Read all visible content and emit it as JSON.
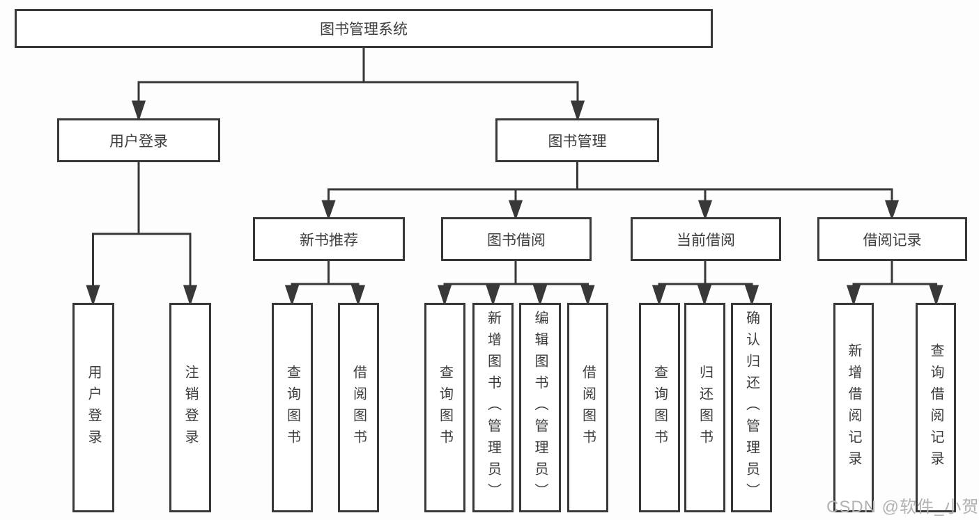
{
  "tree": {
    "root": "图书管理系统",
    "branches": [
      {
        "label": "用户登录",
        "children": [
          "用户登录",
          "注销登录"
        ]
      },
      {
        "label": "图书管理",
        "sections": [
          {
            "label": "新书推荐",
            "children": [
              "查询图书",
              "借阅图书"
            ]
          },
          {
            "label": "图书借阅",
            "children": [
              "查询图书",
              "新增图书（管理员）",
              "编辑图书（管理员）",
              "借阅图书"
            ]
          },
          {
            "label": "当前借阅",
            "children": [
              "查询图书",
              "归还图书",
              "确认归还（管理员）"
            ]
          },
          {
            "label": "借阅记录",
            "children": [
              "新增借阅记录",
              "查询借阅记录"
            ]
          }
        ]
      }
    ]
  },
  "watermark": "CSDN @软件_小贺同学",
  "colors": {
    "line": "#383838",
    "text": "#3d3d3d",
    "box_background": "#ffffff",
    "page_background": "#fdfdfd",
    "watermark": "#b2b2b2"
  }
}
